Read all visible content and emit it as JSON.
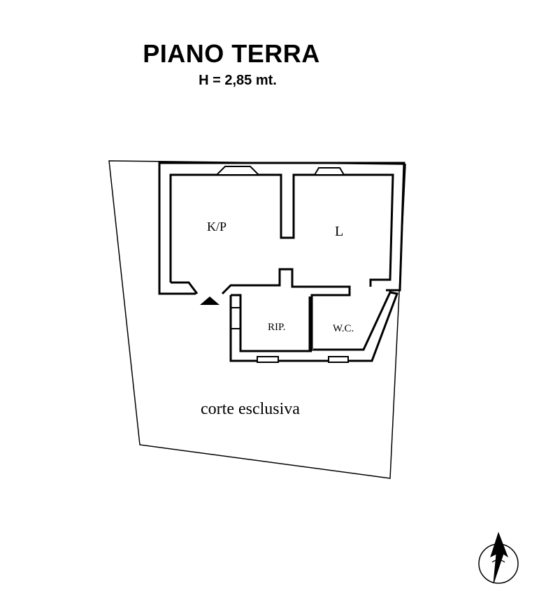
{
  "header": {
    "title": "PIANO TERRA",
    "height_note": "H = 2,85 mt."
  },
  "rooms": {
    "kitchen": "K/P",
    "living": "L",
    "storage": "RIP.",
    "bathroom": "W.C."
  },
  "yard_label": "corte esclusiva",
  "colors": {
    "wall": "#000000",
    "background": "#ffffff"
  },
  "icons": [
    "entrance-arrow-icon",
    "north-compass-icon"
  ]
}
